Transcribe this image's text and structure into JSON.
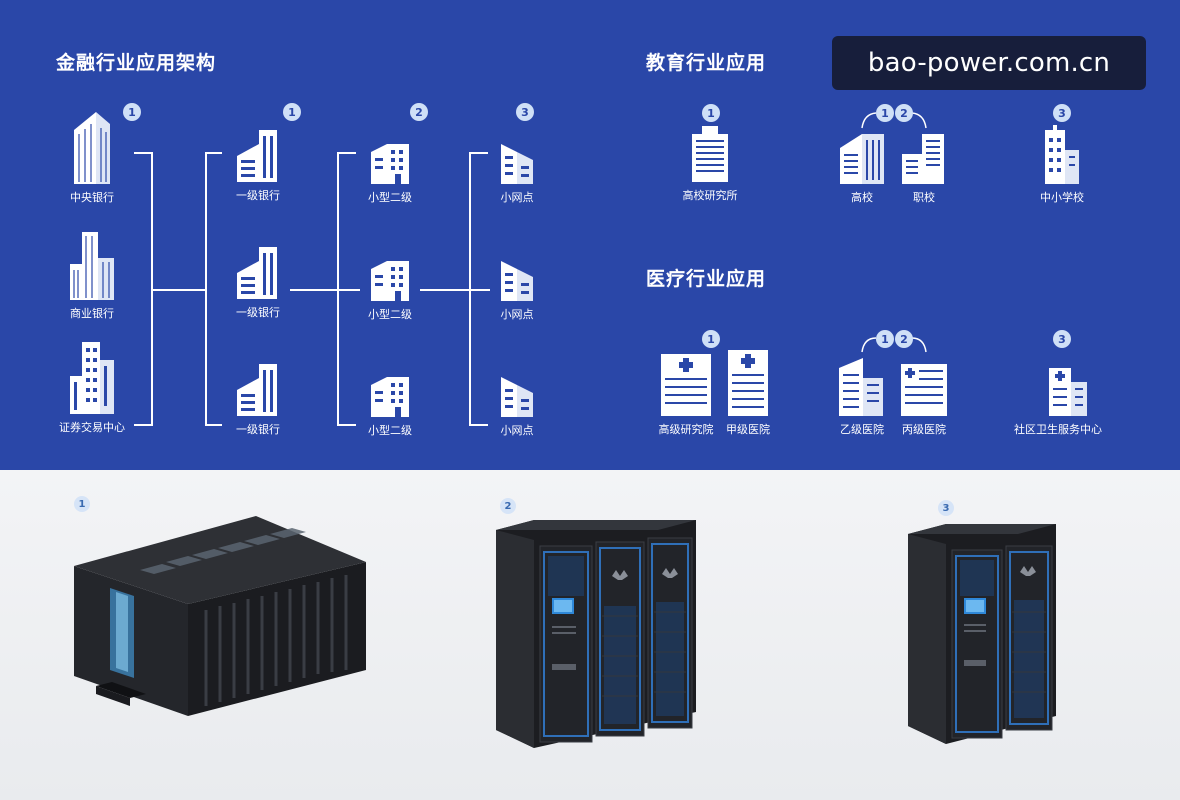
{
  "watermark": "bao-power.com.cn",
  "finance": {
    "title": "金融行业应用架构",
    "columns": [
      {
        "badge": "1",
        "items": [
          "中央银行",
          "商业银行",
          "证券交易中心"
        ]
      },
      {
        "badge": "1",
        "items": [
          "一级银行",
          "一级银行",
          "一级银行"
        ]
      },
      {
        "badge": "2",
        "items": [
          "小型二级",
          "小型二级",
          "小型二级"
        ]
      },
      {
        "badge": "3",
        "items": [
          "小网点",
          "小网点",
          "小网点"
        ]
      }
    ]
  },
  "education": {
    "title": "教育行业应用",
    "groups": [
      {
        "badges": [
          "1"
        ],
        "items": [
          "高校研究所"
        ]
      },
      {
        "badges": [
          "1",
          "2"
        ],
        "items": [
          "高校",
          "职校"
        ]
      },
      {
        "badges": [
          "3"
        ],
        "items": [
          "中小学校"
        ]
      }
    ]
  },
  "medical": {
    "title": "医疗行业应用",
    "groups": [
      {
        "badges": [
          "1"
        ],
        "items": [
          "高级研究院",
          "甲级医院"
        ]
      },
      {
        "badges": [
          "1",
          "2"
        ],
        "items": [
          "乙级医院",
          "丙级医院"
        ]
      },
      {
        "badges": [
          "3"
        ],
        "items": [
          "社区卫生服务中心"
        ]
      }
    ]
  },
  "products": [
    {
      "badge": "1"
    },
    {
      "badge": "2"
    },
    {
      "badge": "3"
    }
  ],
  "colors": {
    "panel": "#2a47a8",
    "icon": "#ffffff",
    "accent": "#3a8fd8"
  }
}
